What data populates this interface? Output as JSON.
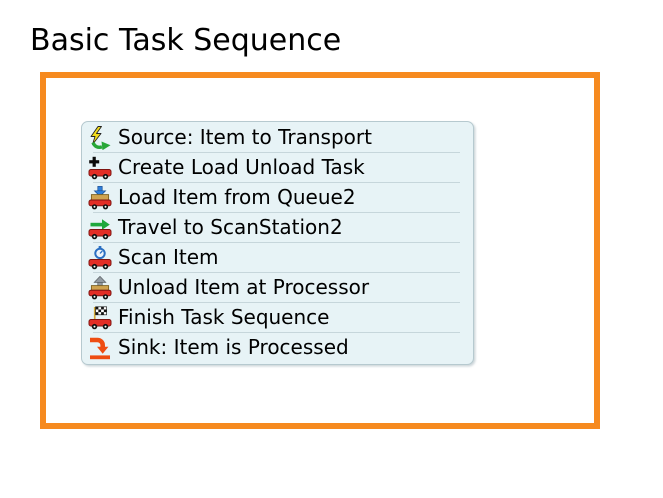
{
  "page": {
    "title": "Basic Task Sequence"
  },
  "panel": {
    "items": [
      {
        "icon": "source-icon",
        "label": "Source: Item to Transport"
      },
      {
        "icon": "create-task-icon",
        "label": "Create Load Unload Task"
      },
      {
        "icon": "load-icon",
        "label": "Load Item from Queue2"
      },
      {
        "icon": "travel-icon",
        "label": "Travel to ScanStation2"
      },
      {
        "icon": "scan-icon",
        "label": "Scan Item"
      },
      {
        "icon": "unload-icon",
        "label": "Unload Item at Processor"
      },
      {
        "icon": "finish-icon",
        "label": "Finish Task Sequence"
      },
      {
        "icon": "sink-icon",
        "label": "Sink: Item is Processed"
      }
    ]
  },
  "colors": {
    "frame_border": "#f68a1f",
    "panel_bg": "#e7f3f6",
    "panel_border": "#b6c9cf",
    "divider": "#c6d6db",
    "text": "#000000",
    "page_bg": "#ffffff"
  }
}
